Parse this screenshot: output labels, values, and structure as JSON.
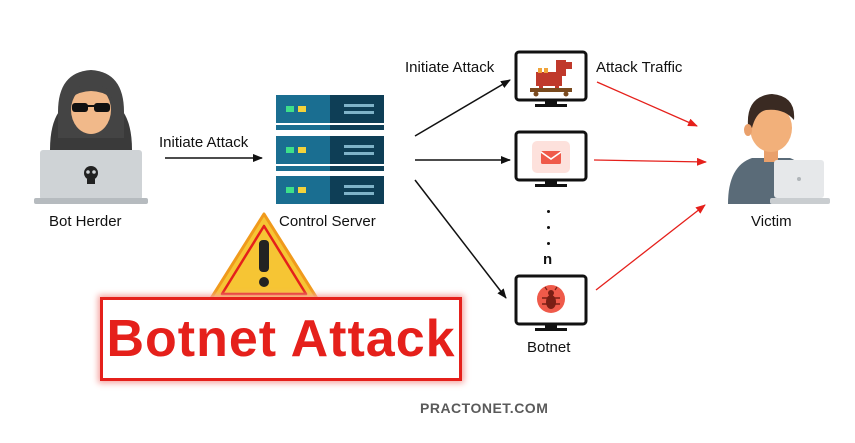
{
  "labels": {
    "bot_herder": "Bot Herder",
    "initiate_attack_left": "Initiate Attack",
    "control_server": "Control Server",
    "initiate_attack_right": "Initiate Attack",
    "attack_traffic": "Attack Traffic",
    "n": "n",
    "botnet": "Botnet",
    "victim": "Victim"
  },
  "title": "Botnet Attack",
  "watermark": "PRACTONET.COM",
  "icons": [
    "hacker-icon",
    "server-stack-icon",
    "trojan-horse-icon",
    "mail-icon",
    "bug-icon",
    "warning-icon",
    "victim-icon"
  ],
  "colors": {
    "accent_red": "#e5201b",
    "server_blue": "#1a6e91",
    "server_dark": "#0e3e56",
    "warning_yellow": "#f6c534"
  }
}
